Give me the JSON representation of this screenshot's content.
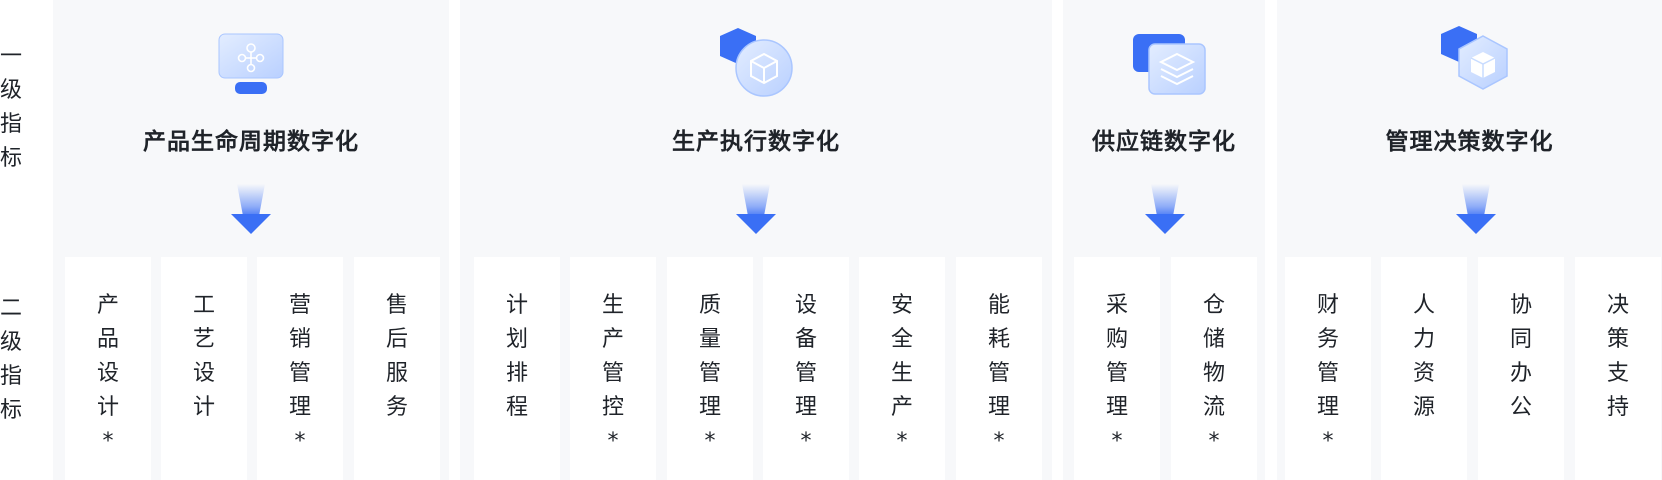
{
  "row_labels": [
    {
      "chars": [
        "一",
        "级",
        "指",
        "标"
      ]
    },
    {
      "chars": [
        "二",
        "级",
        "指",
        "标"
      ]
    }
  ],
  "sections": [
    {
      "title": "产品生命周期数字化",
      "icon": "monitor-network-icon",
      "cards": [
        {
          "chars": [
            "产",
            "品",
            "设",
            "计",
            "*"
          ]
        },
        {
          "chars": [
            "工",
            "艺",
            "设",
            "计"
          ]
        },
        {
          "chars": [
            "营",
            "销",
            "管",
            "理",
            "*"
          ]
        },
        {
          "chars": [
            "售",
            "后",
            "服",
            "务"
          ]
        }
      ]
    },
    {
      "title": "生产执行数字化",
      "icon": "cube-circle-icon",
      "cards": [
        {
          "chars": [
            "计",
            "划",
            "排",
            "程"
          ]
        },
        {
          "chars": [
            "生",
            "产",
            "管",
            "控",
            "*"
          ]
        },
        {
          "chars": [
            "质",
            "量",
            "管",
            "理",
            "*"
          ]
        },
        {
          "chars": [
            "设",
            "备",
            "管",
            "理",
            "*"
          ]
        },
        {
          "chars": [
            "安",
            "全",
            "生",
            "产",
            "*"
          ]
        },
        {
          "chars": [
            "能",
            "耗",
            "管",
            "理",
            "*"
          ]
        }
      ]
    },
    {
      "title": "供应链数字化",
      "icon": "stacked-layers-icon",
      "cards": [
        {
          "chars": [
            "采",
            "购",
            "管",
            "理",
            "*"
          ]
        },
        {
          "chars": [
            "仓",
            "储",
            "物",
            "流",
            "*"
          ]
        }
      ]
    },
    {
      "title": "管理决策数字化",
      "icon": "cube-hexagon-icon",
      "cards": [
        {
          "chars": [
            "财",
            "务",
            "管",
            "理",
            "*"
          ]
        },
        {
          "chars": [
            "人",
            "力",
            "资",
            "源"
          ]
        },
        {
          "chars": [
            "协",
            "同",
            "办",
            "公"
          ]
        },
        {
          "chars": [
            "决",
            "策",
            "支",
            "持"
          ]
        }
      ]
    }
  ],
  "colors": {
    "accent_blue": "#3a6ff5",
    "light_blue": "#c9dcff",
    "section_bg": "#f7f8fa",
    "card_bg": "#ffffff",
    "text": "#1f2329"
  }
}
